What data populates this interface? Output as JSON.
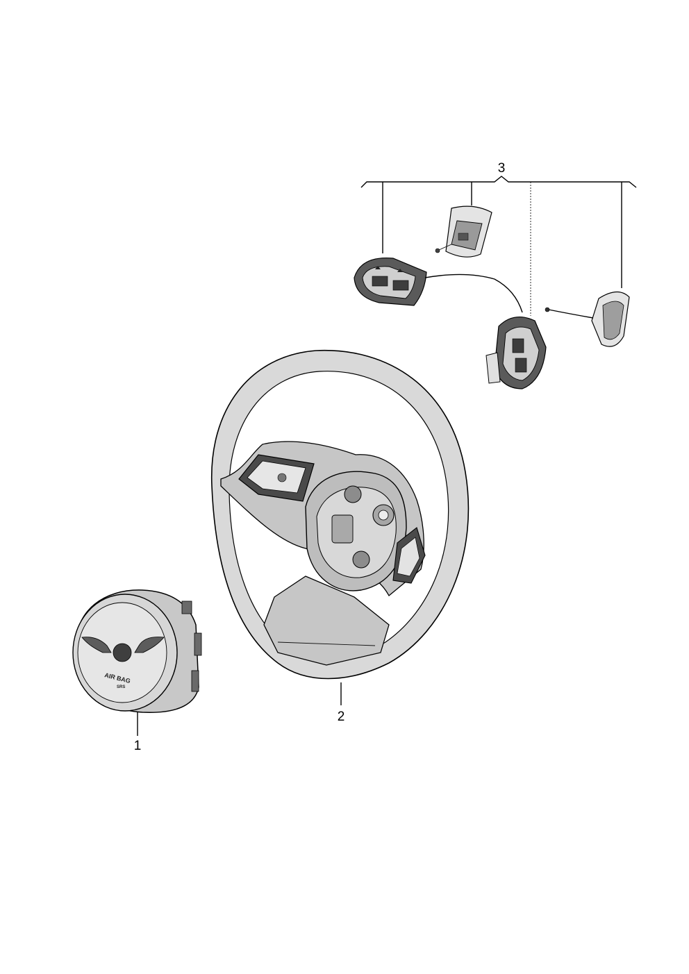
{
  "callouts": {
    "part1": "1",
    "part2": "2",
    "part3": "3"
  },
  "airbag": {
    "label": "AIR BAG",
    "sub": "SRS"
  },
  "colors": {
    "wheel_fill": "#d9d9d9",
    "wheel_inner": "#c6c6c6",
    "dark_part": "#4a4a4a",
    "line": "#000000"
  }
}
